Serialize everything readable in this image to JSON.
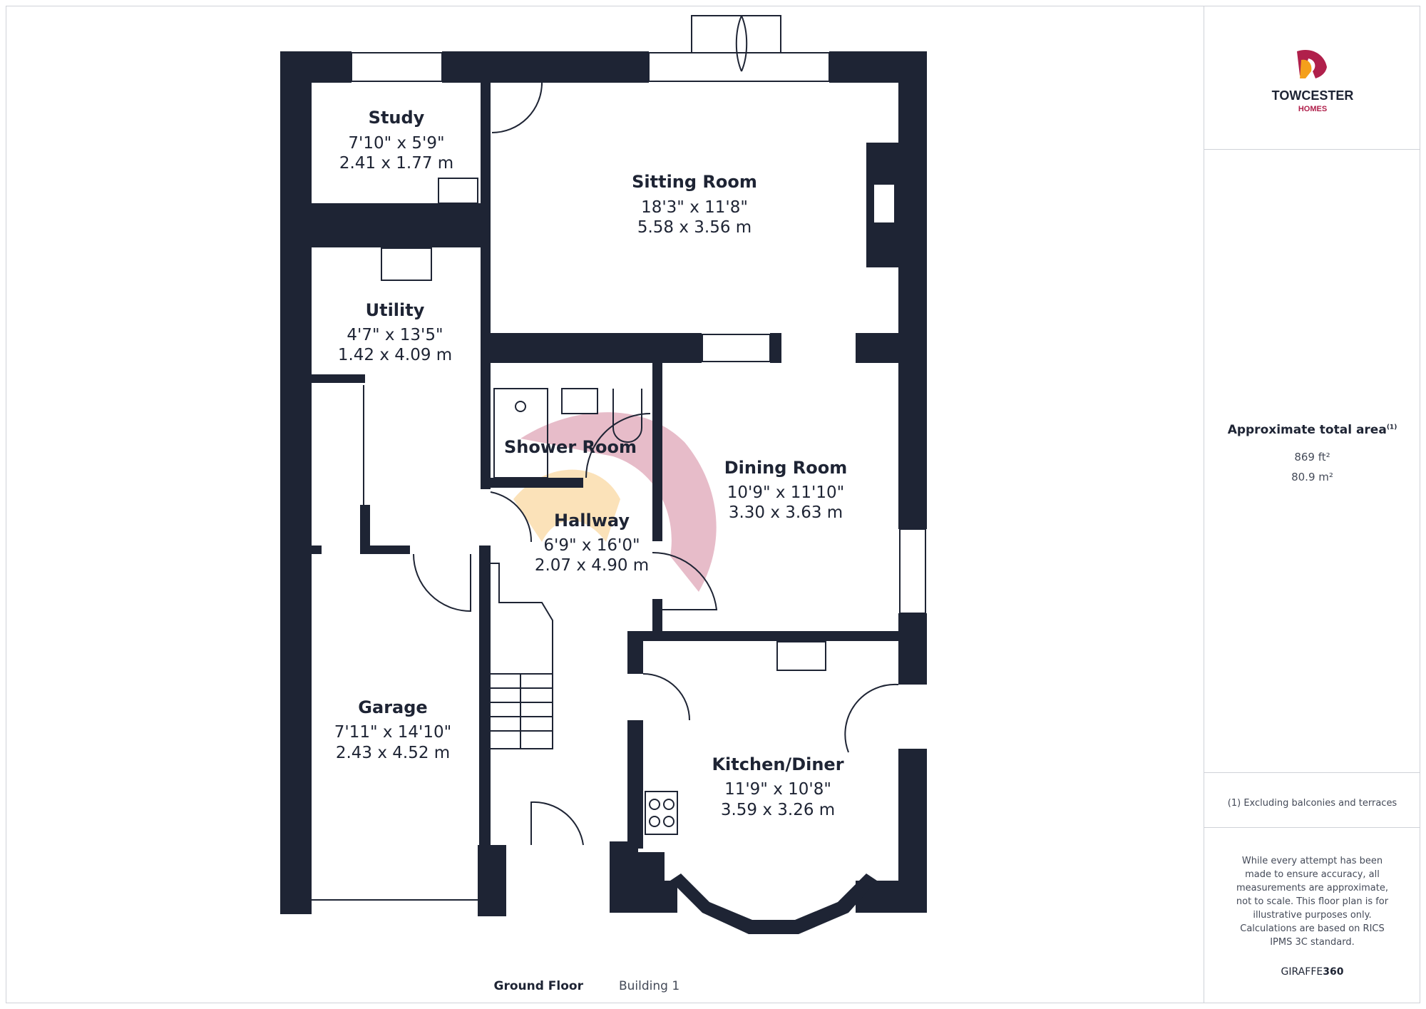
{
  "brand": {
    "name_line1": "TOWCESTER",
    "name_line2": "HOMES",
    "accent_color": "#b0204b",
    "gold_color": "#f4a01b"
  },
  "wall_color": "#1e2434",
  "rooms": [
    {
      "name": "Study",
      "imperial": "7'10\" x 5'9\"",
      "metric": "2.41 x 1.77 m"
    },
    {
      "name": "Sitting Room",
      "imperial": "18'3\" x 11'8\"",
      "metric": "5.58 x 3.56 m"
    },
    {
      "name": "Utility",
      "imperial": "4'7\" x 13'5\"",
      "metric": "1.42 x 4.09 m"
    },
    {
      "name": "Shower Room",
      "imperial": "",
      "metric": ""
    },
    {
      "name": "Dining Room",
      "imperial": "10'9\" x 11'10\"",
      "metric": "3.30 x 3.63 m"
    },
    {
      "name": "Hallway",
      "imperial": "6'9\" x 16'0\"",
      "metric": "2.07 x 4.90 m"
    },
    {
      "name": "Garage",
      "imperial": "7'11\" x 14'10\"",
      "metric": "2.43 x 4.52 m"
    },
    {
      "name": "Kitchen/Diner",
      "imperial": "11'9\" x 10'8\"",
      "metric": "3.59 x 3.26 m"
    }
  ],
  "floor": {
    "label": "Ground Floor",
    "building": "Building 1"
  },
  "area": {
    "title": "Approximate total area",
    "footnote_mark": "(1)",
    "sqft": "869 ft²",
    "sqm": "80.9 m²"
  },
  "footnote": "(1) Excluding balconies and terraces",
  "disclaimer": "While every attempt has been made to ensure accuracy, all measurements are approximate, not to scale. This floor plan is for illustrative purposes only.",
  "calculations": "Calculations are based on RICS IPMS 3C standard.",
  "credit": {
    "part1": "GIRAFFE",
    "part2": "360"
  }
}
